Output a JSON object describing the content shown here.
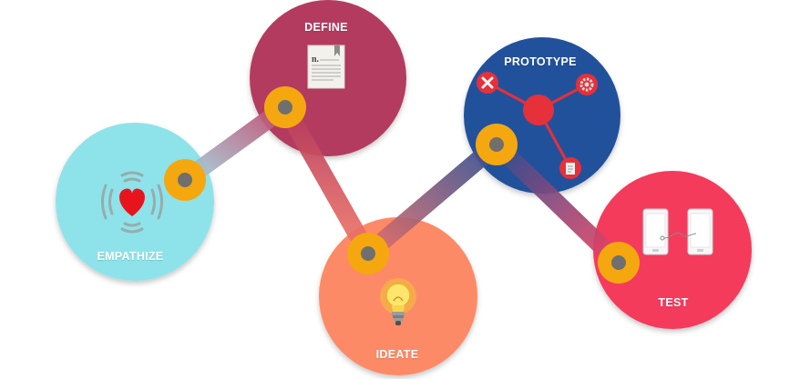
{
  "stages": [
    {
      "id": "empathize",
      "label": "EMPATHIZE",
      "color": "#8ee3ea",
      "icon": "heart-signal-icon"
    },
    {
      "id": "define",
      "label": "DEFINE",
      "color": "#b33a5e",
      "icon": "document-icon"
    },
    {
      "id": "ideate",
      "label": "IDEATE",
      "color": "#fd8a66",
      "icon": "lightbulb-icon"
    },
    {
      "id": "prototype",
      "label": "PROTOTYPE",
      "color": "#24519c",
      "icon": "network-icon"
    },
    {
      "id": "test",
      "label": "TEST",
      "color": "#f43b5b",
      "icon": "two-phones-icon"
    }
  ],
  "connector": {
    "joint_ring_color": "#f5a70f",
    "joint_center_color": "#6f6f6f",
    "bar_colors": [
      "#9fc4d3",
      "#c95069",
      "#6a4f8c",
      "#9b3c63"
    ]
  }
}
